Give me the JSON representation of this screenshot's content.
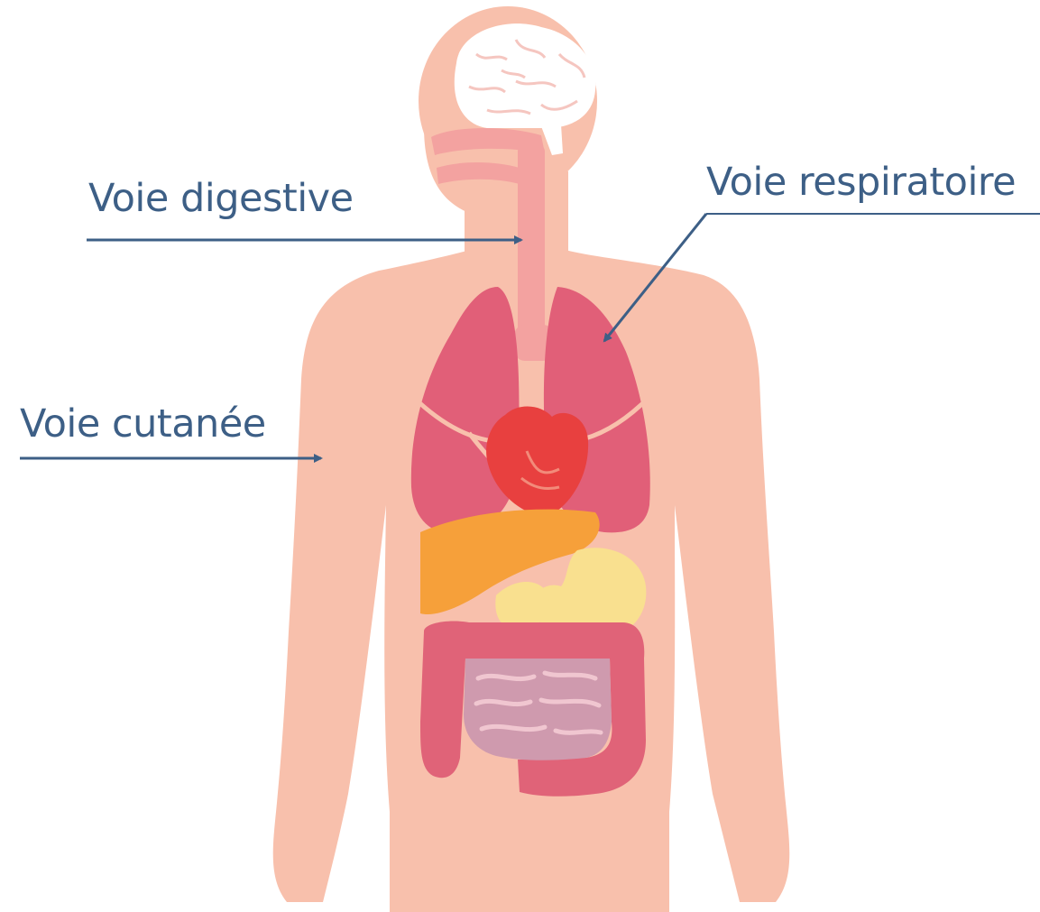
{
  "routes": {
    "digestive": "Voie digestive",
    "respiratory": "Voie respiratoire",
    "skin": "Voie cutanée"
  },
  "colors": {
    "label_text": "#3d5f86",
    "arrow": "#3d5f86",
    "skin": "#f8c0ac",
    "lung": "#e15f78",
    "heart": "#e8403f",
    "liver": "#f6a03a",
    "stomach": "#f9e08f",
    "large_intestine": "#e06378",
    "small_intestine": "#cf9aae",
    "brain": "#ffffff",
    "airway": "#f3a2a0"
  }
}
